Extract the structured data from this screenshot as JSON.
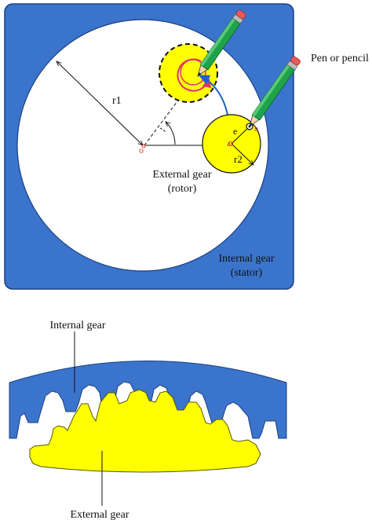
{
  "diagram": {
    "top": {
      "r1": "r1",
      "r2": "r2",
      "e": "e",
      "o": "o",
      "a": "a",
      "b": "b",
      "pen_label": "Pen or pencil",
      "external_line1": "External gear",
      "external_line2": "(rotor)",
      "internal_line1": "Internal gear",
      "internal_line2": "(stator)"
    },
    "bottom": {
      "internal_label": "Internal gear",
      "external_label": "External gear"
    },
    "colors": {
      "stator_blue": "#3b74cc",
      "rotor_yellow": "#ffff00",
      "pencil_green": "#1fa34a",
      "circle_path_pink": "#e0307a",
      "arc_blue": "#1b63c8",
      "marker_red": "#d33a2a"
    }
  }
}
